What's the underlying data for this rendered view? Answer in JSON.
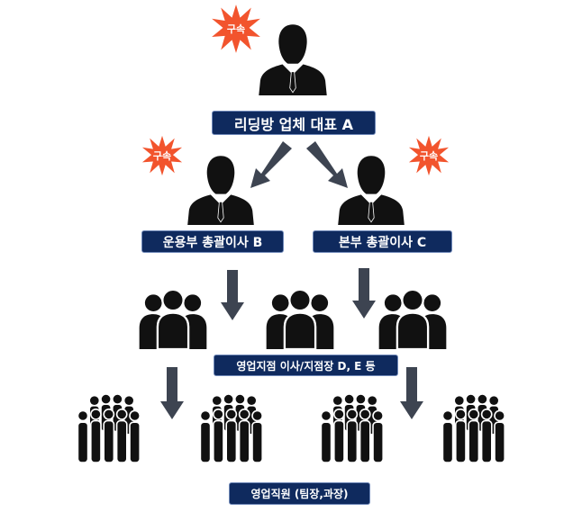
{
  "labels": {
    "ceo": "리딩방 업체 대표 A",
    "director_b": "운용부 총괄이사 B",
    "director_c": "본부 총괄이사 C",
    "branch": "영업지점 이사/지점장 D, E 등",
    "staff": "영업직원 (팀장,과장)"
  },
  "badges": {
    "arrest_text": "구속"
  },
  "colors": {
    "label_bg": "#0f2a5e",
    "burst": "#f2542d",
    "arrow": "#3d4451",
    "silhouette": "#111111"
  }
}
